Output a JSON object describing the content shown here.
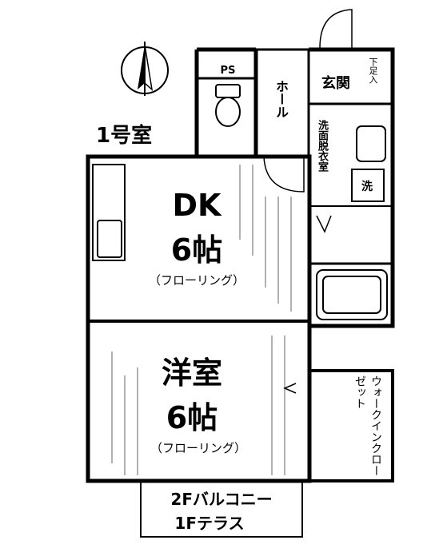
{
  "unit_label": "1号室",
  "rooms": {
    "dk": {
      "name": "DK",
      "size": "6帖",
      "floor": "（フローリング）"
    },
    "western": {
      "name": "洋室",
      "size": "6帖",
      "floor": "（フローリング）"
    },
    "toilet_ps": "PS",
    "hall": "ホール",
    "entrance": "玄関",
    "shoe": "下足入",
    "washroom": "洗面脱衣室",
    "washer": "洗",
    "closet": "ウォークインクローゼット"
  },
  "balcony": {
    "line1": "2Fバルコニー",
    "line2": "1Fテラス"
  }
}
